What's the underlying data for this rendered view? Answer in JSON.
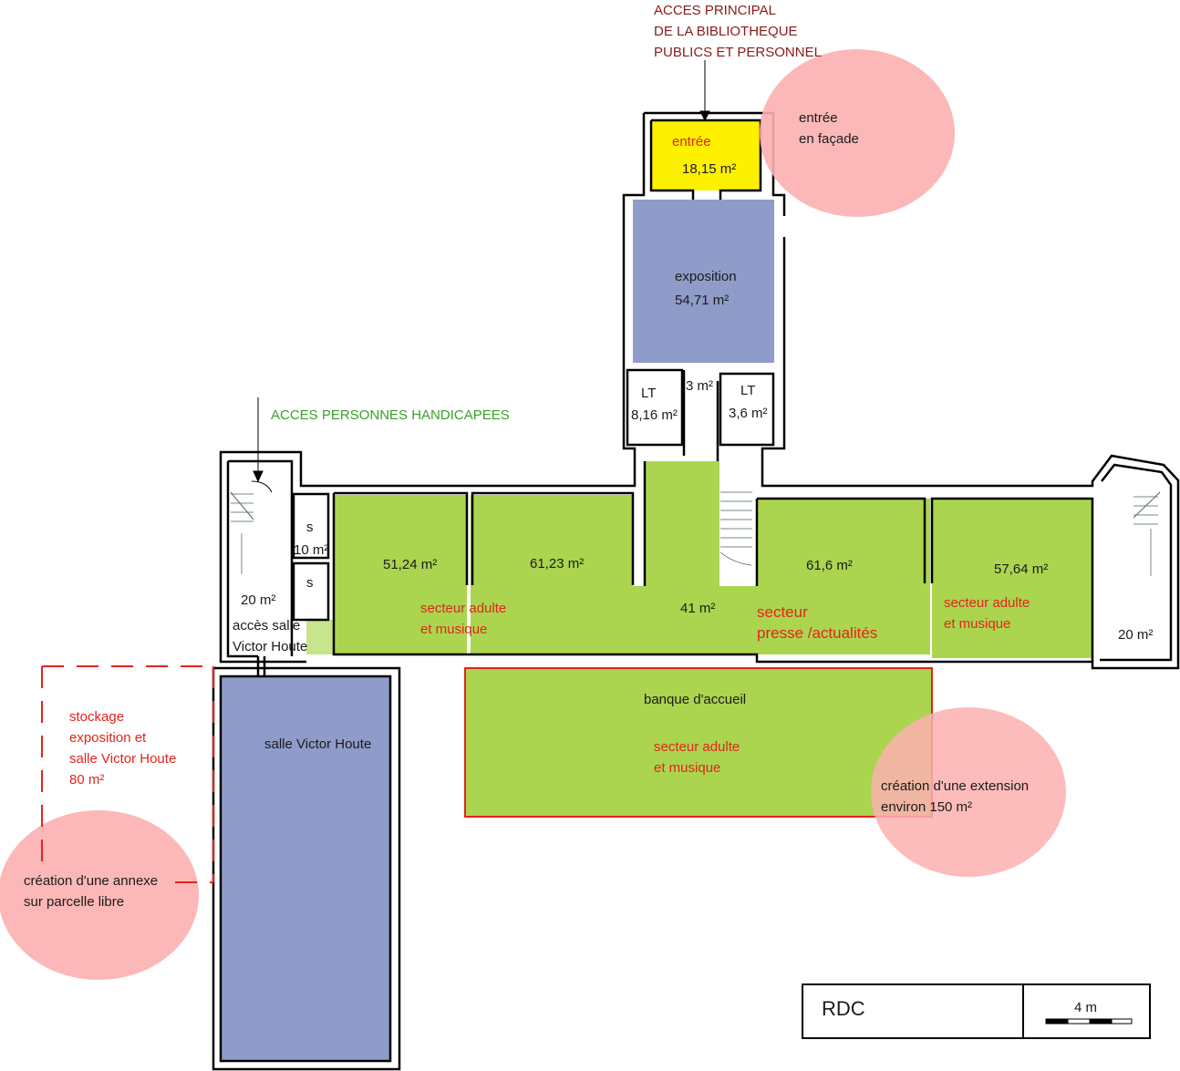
{
  "access": {
    "main": "ACCES PRINCIPAL\nDE LA BIBLIOTHEQUE\nPUBLICS ET PERSONNEL",
    "handicap": "ACCES PERSONNES HANDICAPEES"
  },
  "rooms": {
    "entree_name": "entrée",
    "entree_area": "18,15 m²",
    "exposition_name": "exposition",
    "exposition_area": "54,71 m²",
    "lt_left_name": "LT",
    "lt_left_area": "8,16 m²",
    "mid_area": "3 m²",
    "lt_right_name": "LT",
    "lt_right_area": "3,6 m²",
    "s1": "s",
    "s_area": "10 m²",
    "s2": "s",
    "stair_left_area": "20 m²",
    "acces_salle": "accès salle\nVictor Houte",
    "room1_area": "51,24 m²",
    "room2_area": "61,23 m²",
    "center_area": "41 m²",
    "room3_area": "61,6 m²",
    "room4_area": "57,64 m²",
    "stair_right_area": "20 m²",
    "sector_adult_1": "secteur adulte\net musique",
    "sector_presse": "secteur\npresse /actualités",
    "sector_adult_2": "secteur adulte\net musique",
    "banque": "banque d'accueil",
    "sector_adult_3": "secteur adulte\net musique",
    "salle_vh": "salle Victor Houte"
  },
  "proposals": {
    "facade": "entrée\nen façade",
    "extension": "création d'une extension\nenviron 150 m²",
    "annexe": "création d'une annexe\nsur parcelle libre",
    "stockage": "stockage\nexposition et\nsalle Victor Houte\n80 m²"
  },
  "legend": {
    "title": "RDC",
    "scale": "4 m"
  },
  "colors": {
    "green": "#abd54f",
    "blue": "#8f9cc9",
    "yellow": "#fdf100",
    "pink": "#fcb0b0",
    "red": "#e3241b"
  }
}
